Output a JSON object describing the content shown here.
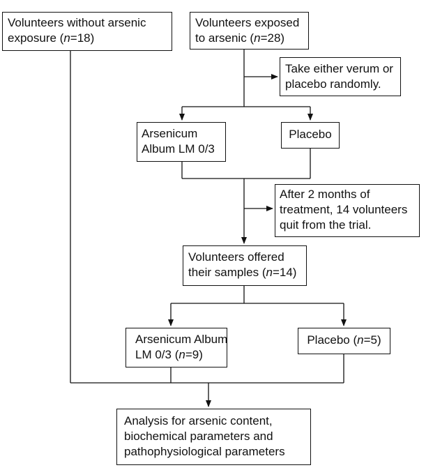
{
  "diagram": {
    "unexposed": {
      "line1": "Volunteers without arsenic",
      "line2_pre": "exposure (",
      "n_label": "n",
      "line2_post": "=18)"
    },
    "exposed": {
      "line1": "Volunteers exposed",
      "line2_pre": "to arsenic (",
      "n_label": "n",
      "line2_post": "=28)"
    },
    "randomize_note": {
      "line1": "Take either verum or",
      "line2": "placebo randomly."
    },
    "arsenicum_1": {
      "line1": "Arsenicum",
      "line2": "Album LM 0/3"
    },
    "placebo_1": {
      "line1": "Placebo"
    },
    "dropout_note": {
      "line1": "After 2 months of",
      "line2": "treatment, 14 volunteers",
      "line3": "quit from the trial."
    },
    "samples": {
      "line1": "Volunteers offered",
      "line2_pre": "their samples (",
      "n_label": "n",
      "line2_post": "=14)"
    },
    "arsenicum_2": {
      "line1": "Arsenicum Album",
      "line2_pre": "LM 0/3 (",
      "n_label": "n",
      "line2_post": "=9)"
    },
    "placebo_2": {
      "line1_pre": "Placebo (",
      "n_label": "n",
      "line1_post": "=5)"
    },
    "analysis": {
      "line1": "Analysis for arsenic content,",
      "line2": "biochemical parameters and",
      "line3": "pathophysiological parameters"
    }
  }
}
